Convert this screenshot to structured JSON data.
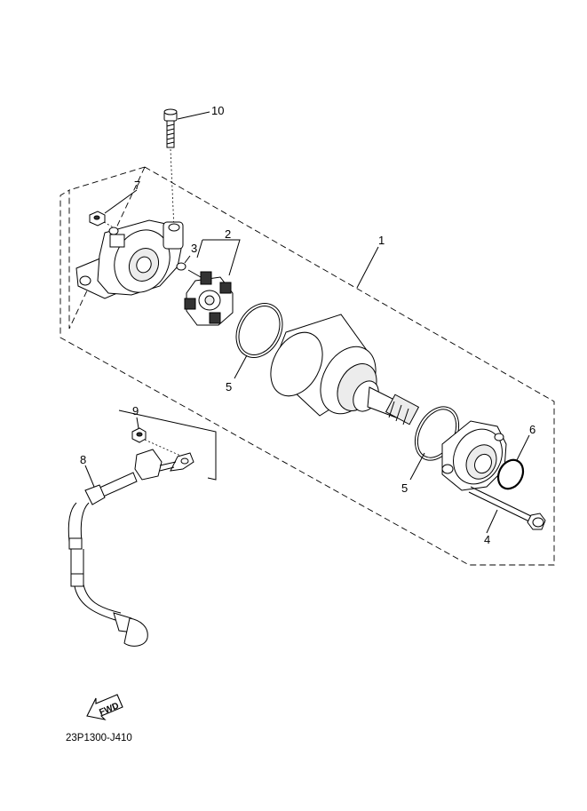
{
  "diagram": {
    "code": "23P1300-J410",
    "fwd_label": "FWD",
    "callouts": [
      {
        "id": "1",
        "label": "1"
      },
      {
        "id": "2",
        "label": "2"
      },
      {
        "id": "3",
        "label": "3"
      },
      {
        "id": "4",
        "label": "4"
      },
      {
        "id": "5a",
        "label": "5"
      },
      {
        "id": "5b",
        "label": "5"
      },
      {
        "id": "6",
        "label": "6"
      },
      {
        "id": "7",
        "label": "7"
      },
      {
        "id": "8",
        "label": "8"
      },
      {
        "id": "9",
        "label": "9"
      },
      {
        "id": "10",
        "label": "10"
      }
    ]
  }
}
